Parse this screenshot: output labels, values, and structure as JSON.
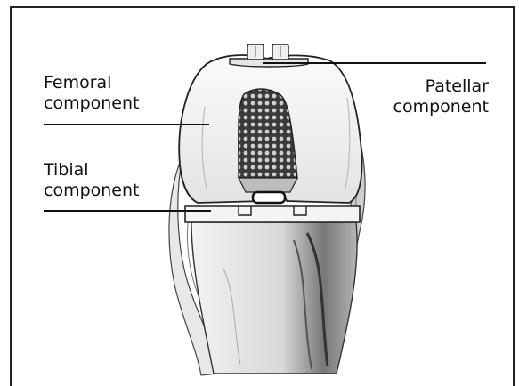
{
  "labels": {
    "femoral": {
      "line1": "Femoral",
      "line2": "component"
    },
    "tibial": {
      "line1": "Tibial",
      "line2": "component"
    },
    "patellar": {
      "line1": "Patellar",
      "line2": "component"
    }
  },
  "colors": {
    "border": "#222222",
    "ink": "#111111",
    "implant": "#efefef",
    "bone": "#dcdcdc",
    "shadow": "#8a8a8a"
  }
}
